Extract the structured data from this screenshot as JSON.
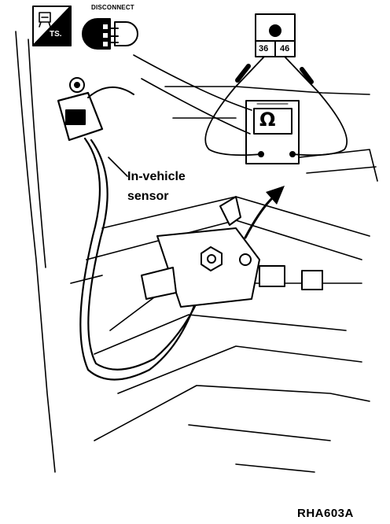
{
  "icons": {
    "ts_label": "TS.",
    "disconnect_label": "DISCONNECT"
  },
  "connector": {
    "pin_left": "36",
    "pin_right": "46"
  },
  "meter": {
    "symbol": "Ω"
  },
  "callout": {
    "line1": "In-vehicle",
    "line2": "sensor"
  },
  "figure_code": "RHA603A"
}
